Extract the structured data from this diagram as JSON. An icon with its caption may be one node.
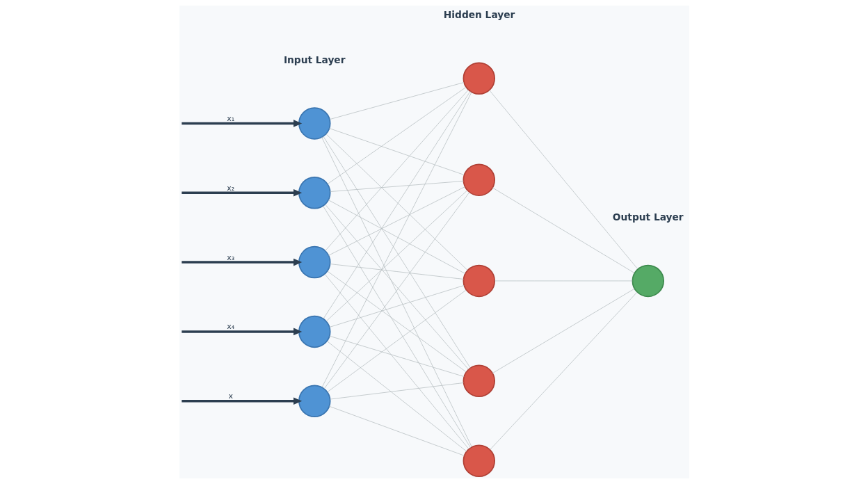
{
  "diagram": {
    "nodes": [
      {
        "text": [],
        "shape": "circle"
      },
      {
        "text": [],
        "shape": "circle"
      },
      {
        "text": [],
        "shape": "circle"
      },
      {
        "text": [],
        "shape": "circle"
      },
      {
        "text": [],
        "shape": "circle"
      },
      {
        "text": [],
        "shape": "circle"
      },
      {
        "text": [],
        "shape": "circle"
      },
      {
        "text": [],
        "shape": "circle"
      },
      {
        "text": [],
        "shape": "circle"
      },
      {
        "text": [],
        "shape": "circle"
      },
      {
        "text": [],
        "shape": "circle"
      }
    ],
    "edges": [
      {
        "from": null,
        "to": 0,
        "arrow": "to",
        "label": "x₁",
        "style": "thick",
        "color": "#2c3e50"
      },
      {
        "from": null,
        "to": 1,
        "arrow": "to",
        "label": "x₂",
        "style": "thick",
        "color": "#2c3e50"
      },
      {
        "from": null,
        "to": 2,
        "arrow": "to",
        "label": "x₃",
        "style": "thick",
        "color": "#2c3e50"
      },
      {
        "from": null,
        "to": 3,
        "arrow": "to",
        "label": "x₄",
        "style": "thick",
        "color": "#2c3e50"
      },
      {
        "from": null,
        "to": 4,
        "arrow": "to",
        "label": "x",
        "style": "thick",
        "color": "#2c3e50"
      },
      {
        "from": 0,
        "to": 5,
        "arrow": "none"
      },
      {
        "from": 0,
        "to": 6,
        "arrow": "none"
      },
      {
        "from": 0,
        "to": 7,
        "arrow": "none"
      },
      {
        "from": 0,
        "to": 8,
        "arrow": "none"
      },
      {
        "from": 0,
        "to": 9,
        "arrow": "none"
      },
      {
        "from": 1,
        "to": 5,
        "arrow": "none"
      },
      {
        "from": 1,
        "to": 6,
        "arrow": "none"
      },
      {
        "from": 1,
        "to": 7,
        "arrow": "none"
      },
      {
        "from": 1,
        "to": 8,
        "arrow": "none"
      },
      {
        "from": 1,
        "to": 9,
        "arrow": "none"
      },
      {
        "from": 2,
        "to": 5,
        "arrow": "none"
      },
      {
        "from": 2,
        "to": 6,
        "arrow": "none"
      },
      {
        "from": 2,
        "to": 7,
        "arrow": "none"
      },
      {
        "from": 2,
        "to": 8,
        "arrow": "none"
      },
      {
        "from": 2,
        "to": 9,
        "arrow": "none"
      },
      {
        "from": 3,
        "to": 5,
        "arrow": "none"
      },
      {
        "from": 3,
        "to": 6,
        "arrow": "none"
      },
      {
        "from": 3,
        "to": 7,
        "arrow": "none"
      },
      {
        "from": 3,
        "to": 8,
        "arrow": "none"
      },
      {
        "from": 3,
        "to": 9,
        "arrow": "none"
      },
      {
        "from": 4,
        "to": 5,
        "arrow": "none"
      },
      {
        "from": 4,
        "to": 6,
        "arrow": "none"
      },
      {
        "from": 4,
        "to": 7,
        "arrow": "none"
      },
      {
        "from": 4,
        "to": 8,
        "arrow": "none"
      },
      {
        "from": 4,
        "to": 9,
        "arrow": "none"
      },
      {
        "from": 5,
        "to": 10,
        "arrow": "none"
      },
      {
        "from": 6,
        "to": 10,
        "arrow": "none"
      },
      {
        "from": 7,
        "to": 10,
        "arrow": "none"
      },
      {
        "from": 8,
        "to": 10,
        "arrow": "none"
      },
      {
        "from": 9,
        "to": 10,
        "arrow": "none"
      }
    ],
    "labels": [
      "Input Layer",
      "Hidden Layer",
      "Output Layer"
    ]
  }
}
